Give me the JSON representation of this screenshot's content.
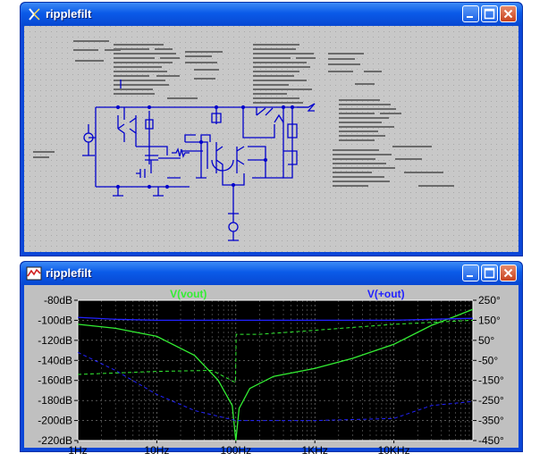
{
  "schematic_window": {
    "title": "ripplefilt",
    "icon": "ltspice-schematic-icon",
    "buttons": [
      "minimize-icon",
      "maximize-icon",
      "close-icon"
    ],
    "background": "#c8c8c8",
    "wire_color": "#0000cc"
  },
  "plot_window": {
    "title": "ripplefilt",
    "icon": "waveform-icon",
    "buttons": [
      "minimize-icon",
      "maximize-icon",
      "close-icon"
    ],
    "plot_background": "#000000",
    "frame_background": "#c0c0c0"
  },
  "chart_data": {
    "type": "line",
    "x_scale": "log",
    "xlim": [
      1,
      100000
    ],
    "x_ticks": [
      {
        "value": 1,
        "label": "1Hz"
      },
      {
        "value": 10,
        "label": "10Hz"
      },
      {
        "value": 100,
        "label": "100Hz"
      },
      {
        "value": 1000,
        "label": "1KHz"
      },
      {
        "value": 10000,
        "label": "10KHz"
      }
    ],
    "ylim_left": [
      -220,
      -80
    ],
    "y_ticks_left": [
      "-80dB",
      "-100dB",
      "-120dB",
      "-140dB",
      "-160dB",
      "-180dB",
      "-200dB",
      "-220dB"
    ],
    "ylim_right": [
      -450,
      250
    ],
    "y_ticks_right": [
      "250°",
      "150°",
      "50°",
      "-50°",
      "-150°",
      "-250°",
      "-350°",
      "-450°"
    ],
    "grid": true,
    "legend_position": "top",
    "series": [
      {
        "name": "V(vout)",
        "color": "#33ee33",
        "magnitude_db": [
          [
            1,
            -104
          ],
          [
            3,
            -108
          ],
          [
            10,
            -116
          ],
          [
            30,
            -135
          ],
          [
            60,
            -160
          ],
          [
            90,
            -185
          ],
          [
            100,
            -220
          ],
          [
            110,
            -188
          ],
          [
            150,
            -168
          ],
          [
            300,
            -156
          ],
          [
            1000,
            -148
          ],
          [
            3000,
            -138
          ],
          [
            10000,
            -124
          ],
          [
            30000,
            -105
          ],
          [
            60000,
            -96
          ],
          [
            100000,
            -89
          ]
        ],
        "phase_deg": [
          [
            1,
            -120
          ],
          [
            10,
            -105
          ],
          [
            50,
            -100
          ],
          [
            99,
            -160
          ],
          [
            101,
            80
          ],
          [
            200,
            80
          ],
          [
            1000,
            100
          ],
          [
            10000,
            130
          ],
          [
            100000,
            150
          ]
        ]
      },
      {
        "name": "V(+out)",
        "color": "#2222ff",
        "magnitude_db": [
          [
            1,
            -97
          ],
          [
            3,
            -99
          ],
          [
            10,
            -100
          ],
          [
            100,
            -100
          ],
          [
            1000,
            -100
          ],
          [
            10000,
            -100
          ],
          [
            30000,
            -99
          ],
          [
            100000,
            -98
          ]
        ],
        "phase_deg": [
          [
            1,
            -10
          ],
          [
            3,
            -100
          ],
          [
            10,
            -220
          ],
          [
            30,
            -300
          ],
          [
            100,
            -350
          ],
          [
            1000,
            -350
          ],
          [
            10000,
            -340
          ],
          [
            30000,
            -275
          ],
          [
            100000,
            -255
          ]
        ]
      }
    ]
  }
}
